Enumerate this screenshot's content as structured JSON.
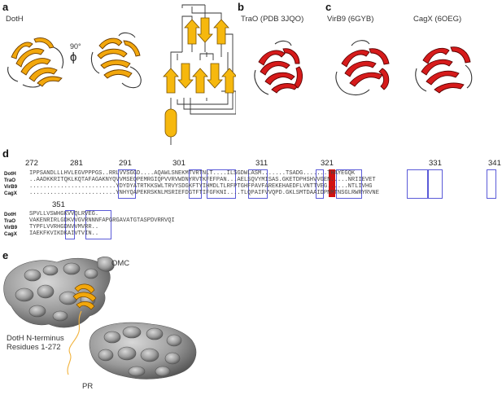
{
  "panels": {
    "a": {
      "letter": "a",
      "protein_label": "DotH",
      "rotation_label": "90°",
      "rotation_symbol": "ϕ"
    },
    "b": {
      "letter": "b",
      "protein_label": "TraO (PDB 3JQO)"
    },
    "c": {
      "letter": "c",
      "protein_labels": [
        "VirB9 (6GYB)",
        "CagX (6OEG)"
      ]
    },
    "d": {
      "letter": "d",
      "ruler_top": [
        "272",
        "281",
        "291",
        "301",
        "311",
        "321",
        "331",
        "341"
      ],
      "ruler_bottom": [
        "351"
      ],
      "block1": {
        "names": [
          "DotH",
          "TraO",
          "VirB9",
          "CagX"
        ],
        "seqs": [
          "IPPSANDLLLHVLEGVPPPGS..RRLVVSGGD....AQAWLSNEKMTVRTNLT....ILSGDWLASM.......TSADG.......THAYEGQK",
          "..AADKKRITQKLKQTAFAGAKNYQVVMSEQPEMRGIQPVVRVWDNYRVTKFEFPAN...AELSQVYMISAS.GKETDPHSHVVGEN.....NRIIEVET",
          ".........................YDYDYATRTKKSWLTRVYSDGKFTYIHMDLTLRFPTGHFPAVFAREKEHAEDFLVNTTVEG......NTLIVHG",
          ".........................YNHYQAPEKRSKNLMSRIEFDGTFTIFGFKNI....TLQPAIFVVQPD.GKLSMTDAAIDPNMTNSGLRWRYRVNE"
        ]
      },
      "block2": {
        "names": [
          "DotH",
          "TraO",
          "VirB9",
          "CagX"
        ],
        "seqs": [
          "SPVLLVSWHGKVVQLRVEG.",
          "VAKENRIRLGDKVVGVRNNNFAPGRGAVATGTASPDVRRVQI",
          "TYPFLVVRHGDNVVMVRR..",
          "IAEKFKVIKDKAIVTVIN.."
        ]
      }
    },
    "e": {
      "letter": "e",
      "omc_label": "OMC",
      "nterm_label": "DotH N-terminus",
      "residues_label": "Residues 1-272",
      "pr_label": "PR"
    }
  },
  "colors": {
    "dot_orange": "#f2a70c",
    "helix_yellow": "#f6b80e",
    "homolog_red": "#d61b1b",
    "density_gray": "#9a9a9a",
    "align_blue": "#5a5ad8",
    "align_red": "#d11111"
  }
}
